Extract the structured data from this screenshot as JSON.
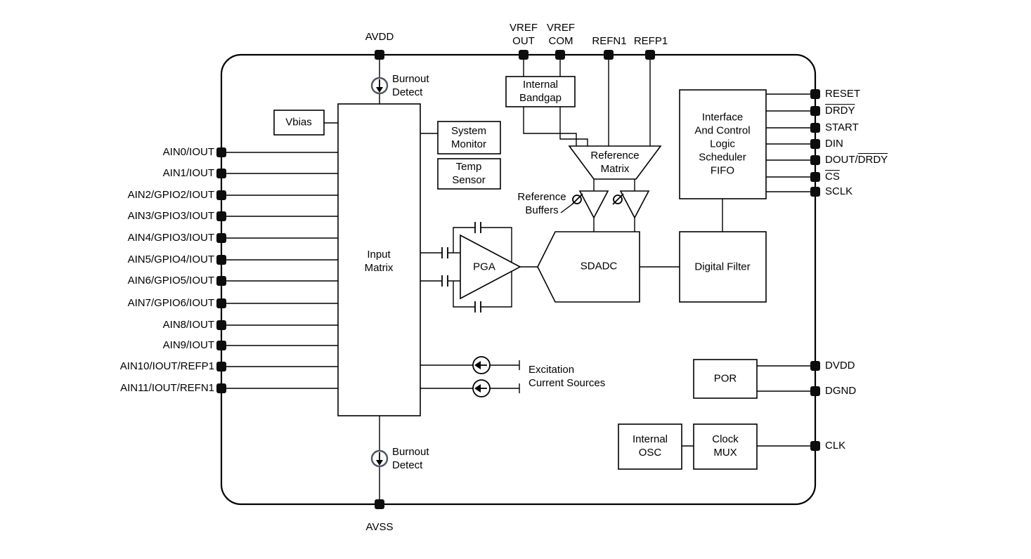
{
  "pins": {
    "top": {
      "avdd": "AVDD",
      "vref_out": [
        "VREF",
        "OUT"
      ],
      "vref_com": [
        "VREF",
        "COM"
      ],
      "refn1": "REFN1",
      "refp1": "REFP1"
    },
    "left": [
      "AIN0/IOUT",
      "AIN1/IOUT",
      "AIN2/GPIO2/IOUT",
      "AIN3/GPIO3/IOUT",
      "AIN4/GPIO3/IOUT",
      "AIN5/GPIO4/IOUT",
      "AIN6/GPIO5/IOUT",
      "AIN7/GPIO6/IOUT",
      "AIN8/IOUT",
      "AIN9/IOUT",
      "AIN10/IOUT/REFP1",
      "AIN11/IOUT/REFN1"
    ],
    "right_digital": [
      {
        "pre": "RESET",
        "over": ""
      },
      {
        "pre": "",
        "over": "DRDY"
      },
      {
        "pre": "START",
        "over": ""
      },
      {
        "pre": "DIN",
        "over": ""
      },
      {
        "pre": "DOUT/",
        "over": "DRDY"
      },
      {
        "pre": "",
        "over": "CS"
      },
      {
        "pre": "SCLK",
        "over": ""
      }
    ],
    "right_power": {
      "dvdd": "DVDD",
      "dgnd": "DGND",
      "clk": "CLK"
    },
    "bottom": {
      "avss": "AVSS"
    }
  },
  "blocks": {
    "vbias": "Vbias",
    "input_matrix": [
      "Input",
      "Matrix"
    ],
    "burnout_detect_top": [
      "Burnout",
      "Detect"
    ],
    "burnout_detect_bottom": [
      "Burnout",
      "Detect"
    ],
    "system_monitor": [
      "System",
      "Monitor"
    ],
    "temp_sensor": [
      "Temp",
      "Sensor"
    ],
    "internal_bandgap": [
      "Internal",
      "Bandgap"
    ],
    "reference_matrix": [
      "Reference",
      "Matrix"
    ],
    "reference_buffers": [
      "Reference",
      "Buffers"
    ],
    "pga": "PGA",
    "sdadc": "SDADC",
    "digital_filter": "Digital Filter",
    "interface": [
      "Interface",
      "And Control",
      "Logic",
      "Scheduler",
      "FIFO"
    ],
    "excitation_current_sources": [
      "Excitation",
      "Current Sources"
    ],
    "por": "POR",
    "internal_osc": [
      "Internal",
      "OSC"
    ],
    "clock_mux": [
      "Clock",
      "MUX"
    ]
  },
  "colors": {
    "line": "#000000",
    "pin_fill": "#0d0d0d",
    "burnout_circle": "#4d5462",
    "background": "#ffffff"
  }
}
